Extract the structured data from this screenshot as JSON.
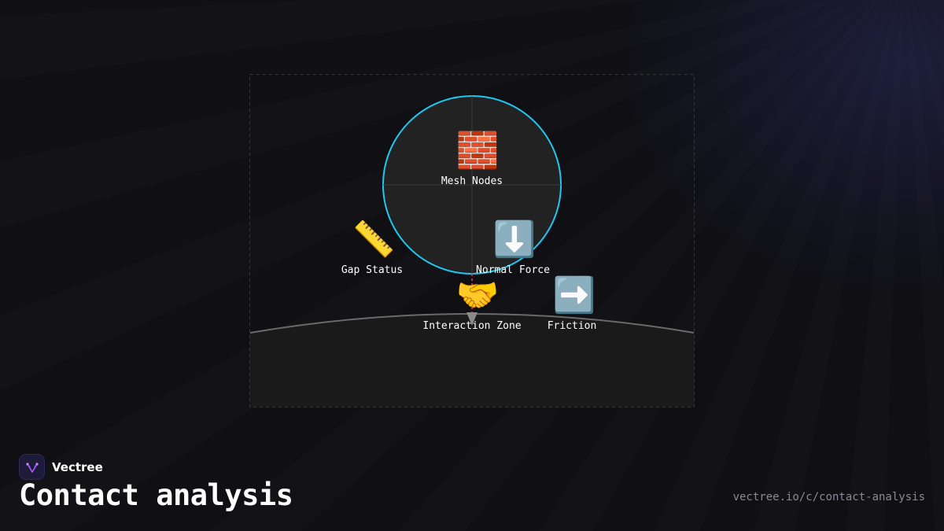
{
  "brand": {
    "name": "Vectree",
    "logo_icon": "vectree-logo-icon",
    "logo_color": "#b55cff"
  },
  "title": "Contact analysis",
  "url": "vectree.io/c/contact-analysis",
  "colors": {
    "circle_stroke": "#1ec8f0",
    "circle_fill": "#222222",
    "surface_fill": "#1a1a1a",
    "surface_stroke": "#6a6a6a",
    "gap_line": "#e0405a",
    "frame": "#3a3a3a"
  },
  "nodes": [
    {
      "id": "mesh-nodes",
      "label": "Mesh Nodes",
      "icon": "brick-wall-icon",
      "glyph": "🧱"
    },
    {
      "id": "gap-status",
      "label": "Gap Status",
      "icon": "ruler-icon",
      "glyph": "📏"
    },
    {
      "id": "normal-force",
      "label": "Normal Force",
      "icon": "down-arrow-icon",
      "glyph": "⬇️"
    },
    {
      "id": "interaction-zone",
      "label": "Interaction Zone",
      "icon": "handshake-icon",
      "glyph": "🤝"
    },
    {
      "id": "friction",
      "label": "Friction",
      "icon": "right-arrow-icon",
      "glyph": "➡️"
    }
  ]
}
